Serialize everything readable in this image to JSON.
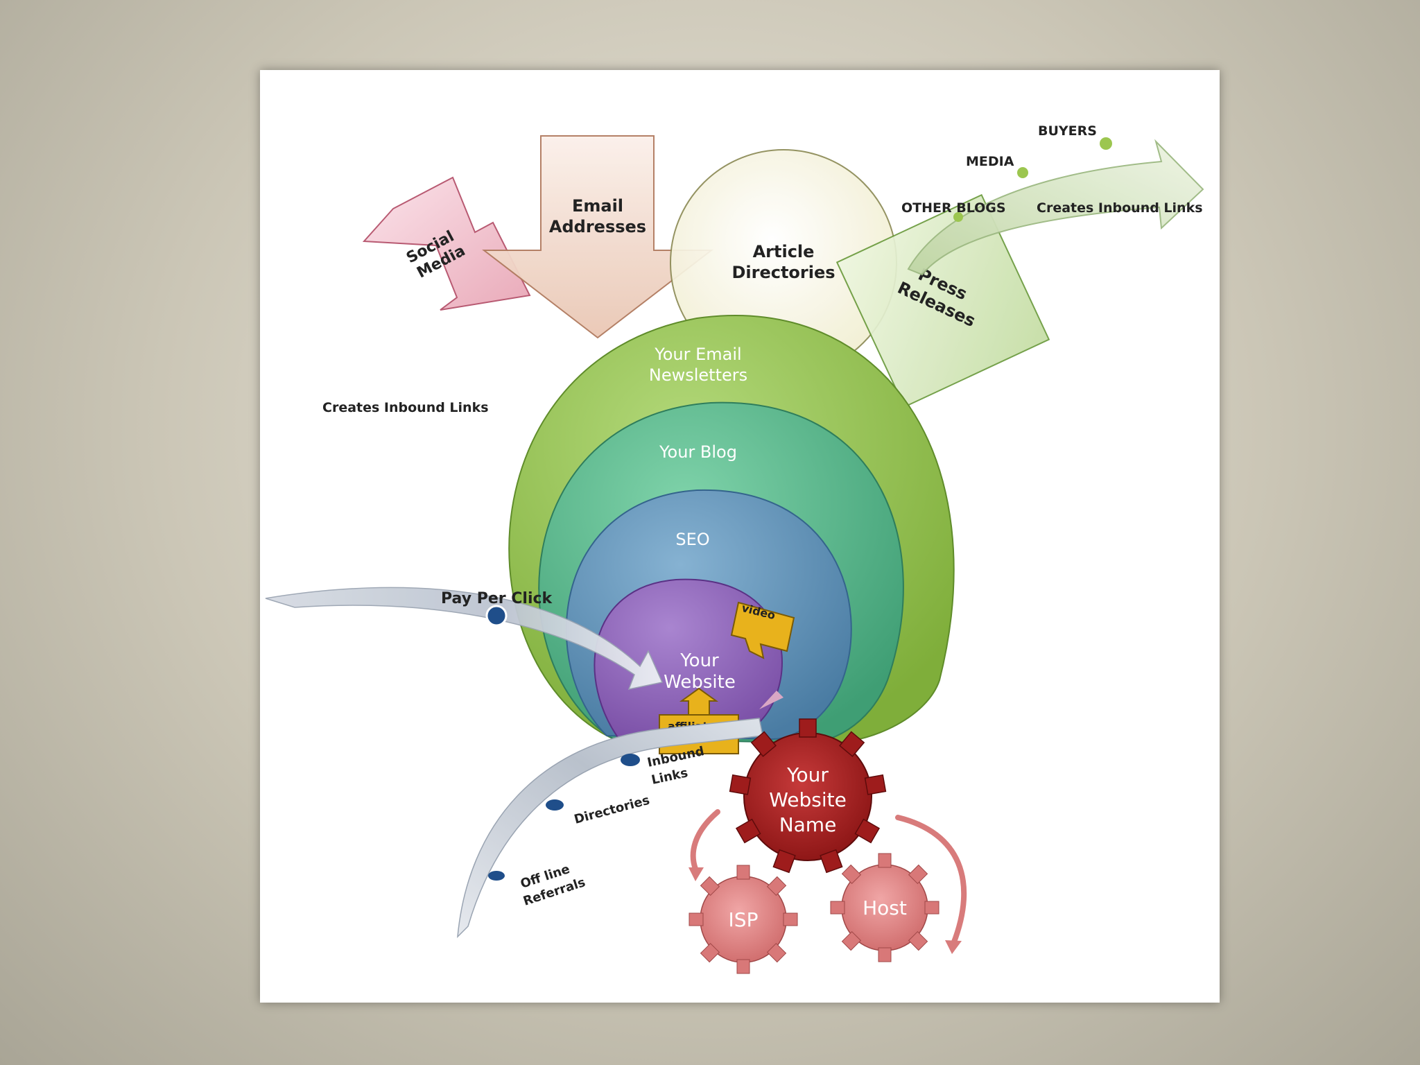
{
  "diagram": {
    "social_media": "Social Media",
    "email_addresses": "Email Addresses",
    "article_directories": "Article Directories",
    "press_releases": "Press Releases",
    "buyers": "BUYERS",
    "media": "MEDIA",
    "other_blogs": "OTHER BLOGS",
    "creates_inbound_links_right": "Creates Inbound Links",
    "creates_inbound_links_left": "Creates Inbound Links",
    "email_newsletters": "Your Email Newsletters",
    "blog": "Your Blog",
    "seo": "SEO",
    "website": "Your Website",
    "video": "video",
    "affiliates": "affiliates",
    "pay_per_click": "Pay Per Click",
    "inbound_links": "Inbound Links",
    "directories": "Directories",
    "offline_referrals": "Off line Referrals",
    "website_name": "Your Website Name",
    "isp": "ISP",
    "host": "Host"
  },
  "colors": {
    "green_ring": "#8cbd4a",
    "teal_ring": "#52b48a",
    "blue_ring": "#5b8eb5",
    "purple_ring": "#8e63b8",
    "gear_dark_red": "#9e1c1c",
    "gear_light_red": "#d87878",
    "yellow_box": "#e8b21c"
  }
}
